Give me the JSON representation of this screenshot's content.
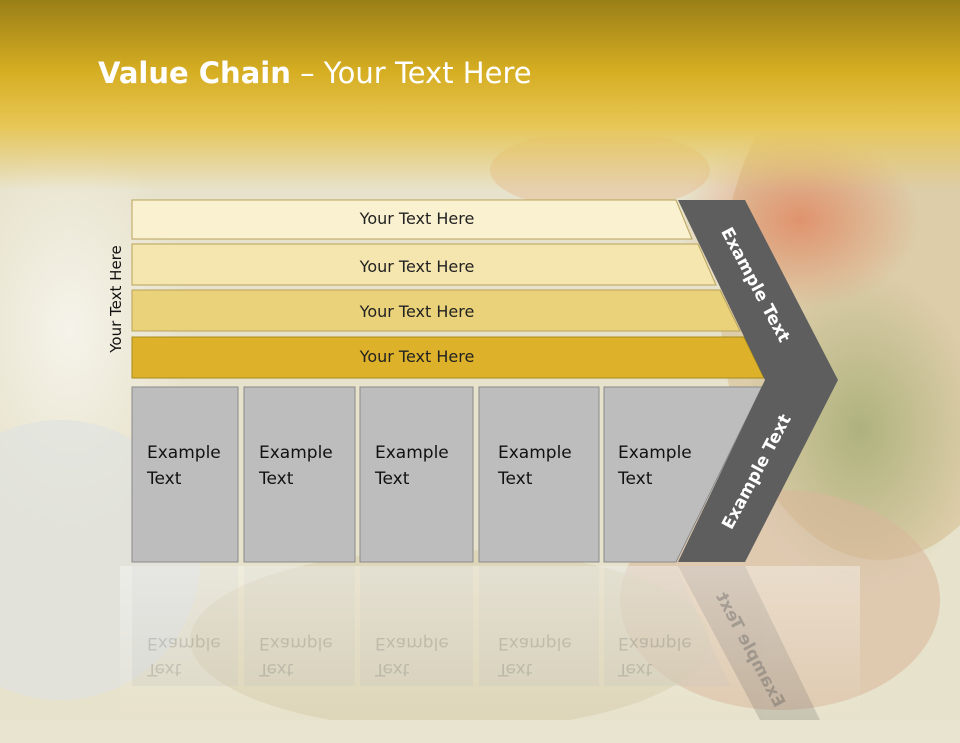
{
  "title": {
    "bold": "Value Chain",
    "rest": " – Your Text Here"
  },
  "side_label": "Your Text Here",
  "rows": [
    {
      "label": "Your Text Here",
      "color": "#f9f1d0"
    },
    {
      "label": "Your Text Here",
      "color": "#f4e6ae"
    },
    {
      "label": "Your Text Here",
      "color": "#ead27a"
    },
    {
      "label": "Your Text Here",
      "color": "#ddb22a"
    }
  ],
  "boxes": [
    {
      "line1": "Example",
      "line2": "Text"
    },
    {
      "line1": "Example",
      "line2": "Text"
    },
    {
      "line1": "Example",
      "line2": "Text"
    },
    {
      "line1": "Example",
      "line2": "Text"
    },
    {
      "line1": "Example",
      "line2": "Text"
    }
  ],
  "chevron": {
    "upper_label": "Example Text",
    "lower_label": "Example Text"
  },
  "colors": {
    "header": "#c9a41e",
    "chevron": "#5e5e5e",
    "box": "#bdbdbd",
    "box_border": "#8a8a8a"
  }
}
